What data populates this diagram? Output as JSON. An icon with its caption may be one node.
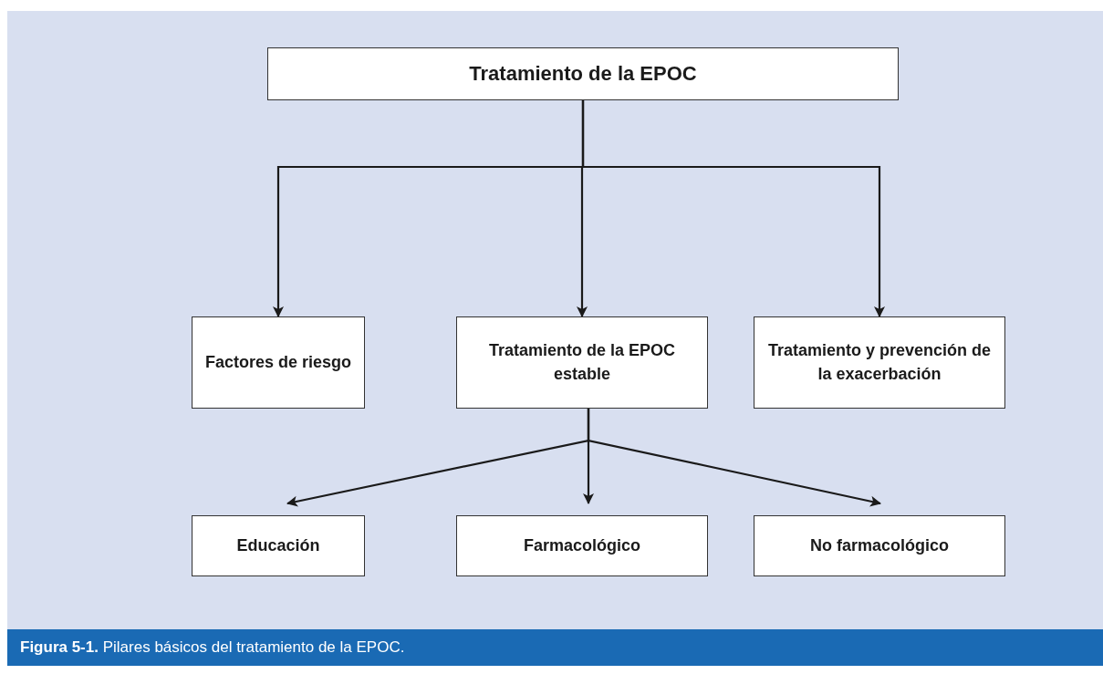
{
  "diagram": {
    "caption": "**Figura 5-1.** Pilares básicos del tratamiento de la EPOC.",
    "nodes": [
      {
        "text": [
          "Tratamiento de la EPOC"
        ]
      },
      {
        "text": [
          "Factores de riesgo"
        ]
      },
      {
        "text": [
          "Tratamiento de la EPOC estable"
        ]
      },
      {
        "text": [
          "Tratamiento y prevención de la exacerbación"
        ]
      },
      {
        "text": [
          "Educación"
        ]
      },
      {
        "text": [
          "Farmacológico"
        ]
      },
      {
        "text": [
          "No farmacológico"
        ]
      }
    ],
    "edges": [
      {
        "from": 0,
        "to": 1,
        "arrow": "to"
      },
      {
        "from": 0,
        "to": 2,
        "arrow": "to"
      },
      {
        "from": 0,
        "to": 3,
        "arrow": "to"
      },
      {
        "from": 2,
        "to": 4,
        "arrow": "to"
      },
      {
        "from": 2,
        "to": 5,
        "arrow": "to"
      },
      {
        "from": 2,
        "to": 6,
        "arrow": "to"
      }
    ]
  }
}
